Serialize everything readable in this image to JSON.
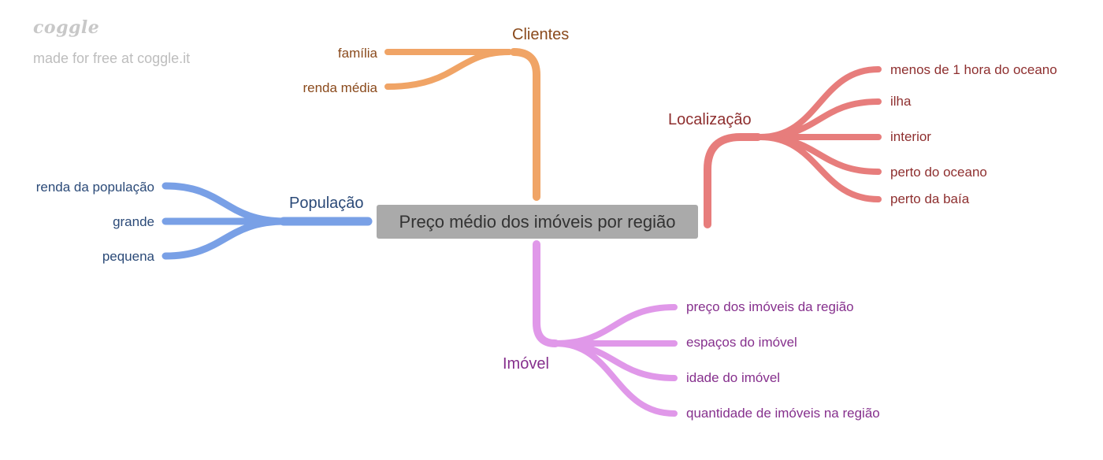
{
  "watermark": {
    "logo": "coggle",
    "tagline": "made for free at coggle.it"
  },
  "central": "Preço médio dos imóveis por região",
  "colors": {
    "clientes": "#f0a466",
    "localizacao": "#e77d7c",
    "populacao": "#79a0e6",
    "imovel": "#e098e9",
    "central_bg": "#aaaaaa"
  },
  "branches": {
    "clientes": {
      "label": "Clientes",
      "children": [
        "família",
        "renda média"
      ]
    },
    "localizacao": {
      "label": "Localização",
      "children": [
        "menos de 1 hora do oceano",
        "ilha",
        "interior",
        "perto do oceano",
        "perto da baía"
      ]
    },
    "populacao": {
      "label": "População",
      "children": [
        "renda da população",
        "grande",
        "pequena"
      ]
    },
    "imovel": {
      "label": "Imóvel",
      "children": [
        "preço dos imóveis da região",
        "espaços do imóvel",
        "idade do imóvel",
        "quantidade de imóveis na região"
      ]
    }
  }
}
